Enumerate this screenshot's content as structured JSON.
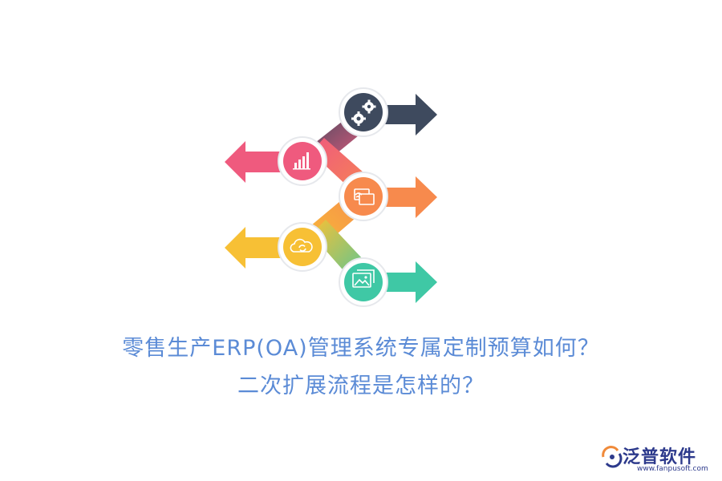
{
  "title": {
    "line1": "零售生产ERP(OA)管理系统专属定制预算如何？",
    "line2": "二次扩展流程是怎样的？"
  },
  "brand": {
    "name": "泛普软件",
    "url": "www.fanpusoft.com"
  },
  "steps": [
    {
      "icon": "gears-icon",
      "direction": "right",
      "color": "#3e4a5e"
    },
    {
      "icon": "bar-chart-icon",
      "direction": "left",
      "color": "#ef5a7e"
    },
    {
      "icon": "screen-share-icon",
      "direction": "right",
      "color": "#f78a4d"
    },
    {
      "icon": "cloud-sync-icon",
      "direction": "left",
      "color": "#f7c035"
    },
    {
      "icon": "image-gallery-icon",
      "direction": "right",
      "color": "#3fc8a5"
    }
  ]
}
